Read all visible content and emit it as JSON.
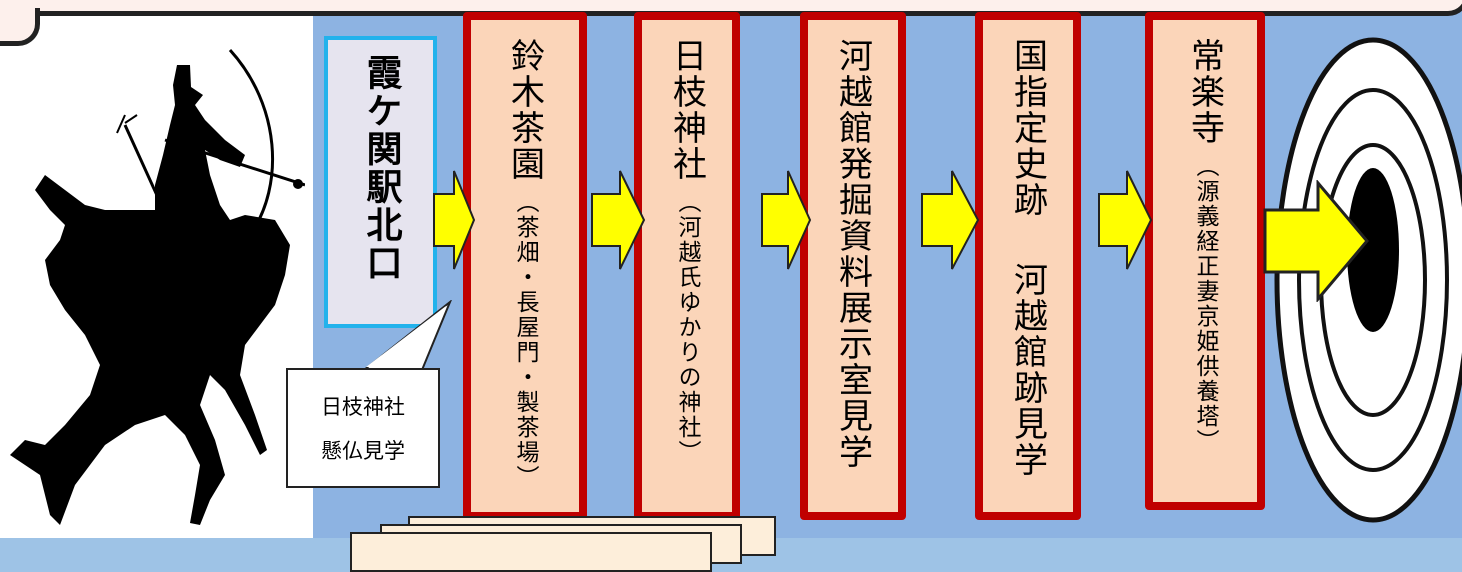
{
  "route": {
    "start": "霞ケ関駅北口",
    "stops": [
      {
        "name": "鈴木茶園",
        "note": "（茶畑・長屋門・製茶場）"
      },
      {
        "name": "日枝神社",
        "note": "（河越氏ゆかりの神社）"
      },
      {
        "name": "河越館発掘資料展示室見学",
        "note": ""
      },
      {
        "name": "国指定史跡",
        "name2": "河越館跡見学",
        "note": ""
      },
      {
        "name": "常楽寺",
        "note": "（源義経正妻京姫供養塔）"
      }
    ]
  },
  "callout": {
    "line1": "日枝神社",
    "line2": "懸仏見学"
  },
  "colors": {
    "route_bg": "#8db3e2",
    "stop_fill": "#fbd5b9",
    "stop_border": "#c00000",
    "start_fill": "#e6e4ef",
    "start_border": "#22b2ec",
    "arrow": "#ffff00"
  },
  "icons": {
    "rider": "mounted-archer-silhouette",
    "target": "archery-target"
  }
}
